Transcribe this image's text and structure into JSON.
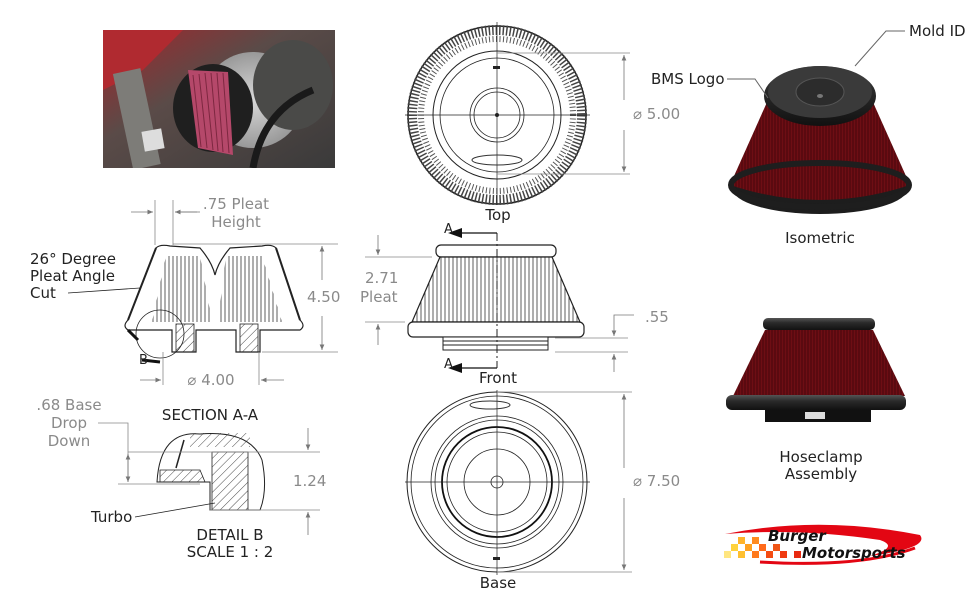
{
  "photo": {
    "alt": "Air filter installed on turbo in engine bay"
  },
  "views": {
    "top": {
      "label": "Top",
      "diameter": "⌀ 5.00"
    },
    "front": {
      "label": "Front",
      "section_marker": "A",
      "pleat_dim": "2.71",
      "pleat_label": "Pleat",
      "base_dim": ".55"
    },
    "base": {
      "label": "Base",
      "diameter": "⌀ 7.50"
    },
    "section": {
      "pleat_height_dim": ".75 Pleat",
      "pleat_height_label": "Height",
      "angle_line1": "26° Degree",
      "angle_line2": "Pleat Angle",
      "angle_line3": "Cut",
      "height_dim": "4.50",
      "inner_diameter": "⌀ 4.00",
      "detail_marker": "B",
      "title": "SECTION A-A"
    },
    "detail": {
      "drop_line1": ".68 Base",
      "drop_line2": "Drop",
      "drop_line3": "Down",
      "height_dim": "1.24",
      "turbo_label": "Turbo",
      "title": "DETAIL B",
      "scale": "SCALE 1 : 2"
    },
    "isometric": {
      "label": "Isometric",
      "callout_logo": "BMS Logo",
      "callout_mold": "Mold ID"
    },
    "hoseclamp": {
      "label_line1": "Hoseclamp",
      "label_line2": "Assembly"
    }
  },
  "brand": {
    "line1": "Burger",
    "line2": "Motorsports",
    "accent": "#e30613",
    "checker_colors": [
      "#ffd23c",
      "#ffa020",
      "#ff6a1a",
      "#f03a10"
    ]
  },
  "colors": {
    "filter_red": "#6b0d12",
    "rubber_black": "#222222",
    "dim_gray": "#8a8a8a"
  }
}
